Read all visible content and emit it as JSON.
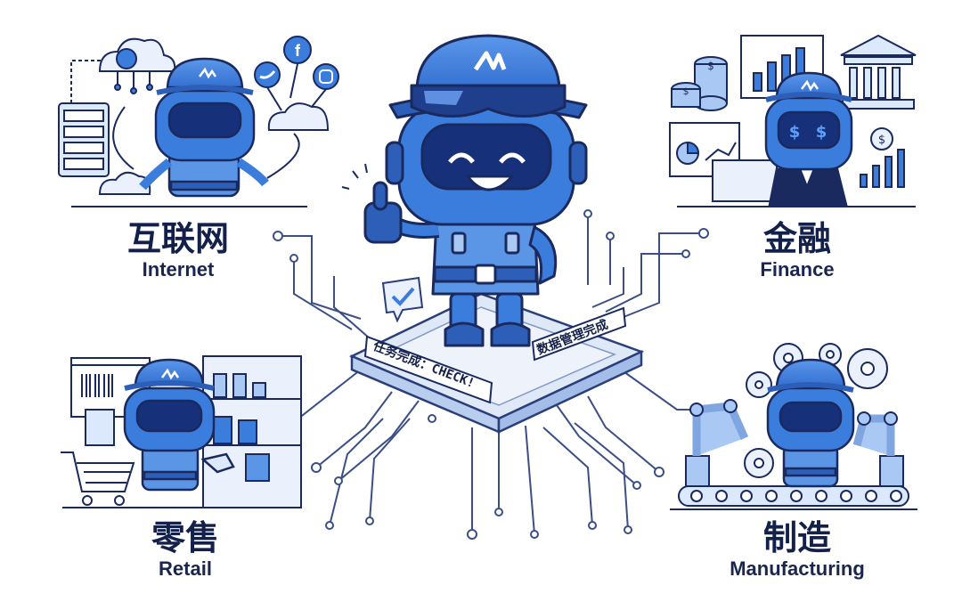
{
  "sectors": {
    "internet": {
      "zh": "互联网",
      "en": "Internet"
    },
    "finance": {
      "zh": "金融",
      "en": "Finance"
    },
    "retail": {
      "zh": "零售",
      "en": "Retail"
    },
    "manufacturing": {
      "zh": "制造",
      "en": "Manufacturing"
    }
  },
  "platform": {
    "sign_task": "任务完成：CHECK!",
    "sign_data": "数据管理完成"
  },
  "icons": {
    "social": [
      "facebook-icon",
      "twitter-icon",
      "instagram-icon"
    ],
    "money_symbol": "$",
    "robot_logo": "logo-icon"
  },
  "colors": {
    "primary_blue": "#3b7ddd",
    "light_blue": "#a9c8f3",
    "dark_navy": "#1a2a5e",
    "visor": "#1f3f8c",
    "line": "#3a4f86",
    "text": "#13204a"
  }
}
